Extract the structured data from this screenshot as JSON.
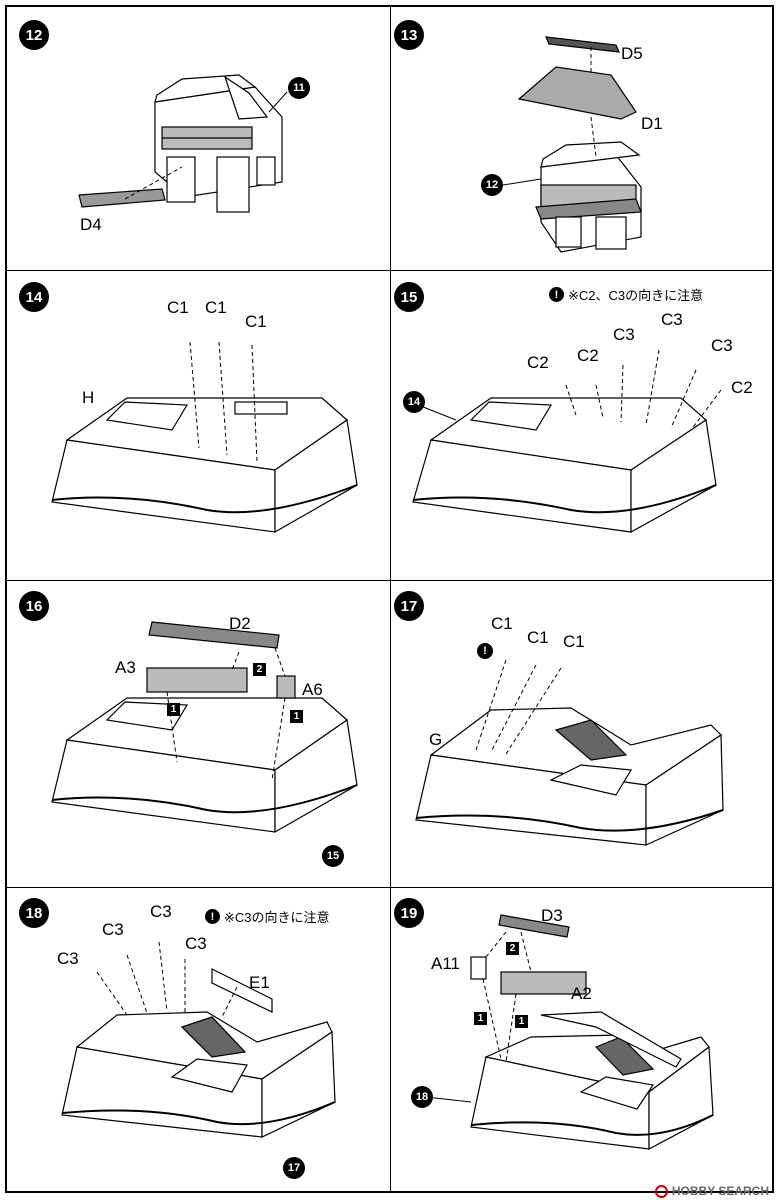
{
  "steps": [
    {
      "number": "12",
      "labels": [
        "D4"
      ],
      "refs": [
        "11"
      ]
    },
    {
      "number": "13",
      "labels": [
        "D5",
        "D1"
      ],
      "refs": [
        "12"
      ]
    },
    {
      "number": "14",
      "labels": [
        "C1",
        "C1",
        "C1",
        "H"
      ],
      "refs": []
    },
    {
      "number": "15",
      "labels": [
        "C2",
        "C2",
        "C3",
        "C3",
        "C3",
        "C2"
      ],
      "refs": [
        "14"
      ],
      "note": "※C2、C3の向きに注意"
    },
    {
      "number": "16",
      "labels": [
        "D2",
        "A3",
        "A6"
      ],
      "refs": [
        "15"
      ],
      "order": [
        "2",
        "1",
        "1"
      ]
    },
    {
      "number": "17",
      "labels": [
        "C1",
        "C1",
        "C1",
        "G"
      ],
      "refs": []
    },
    {
      "number": "18",
      "labels": [
        "C3",
        "C3",
        "C3",
        "C3",
        "E1"
      ],
      "refs": [
        "17"
      ],
      "note": "※C3の向きに注意"
    },
    {
      "number": "19",
      "labels": [
        "D3",
        "A11",
        "A2"
      ],
      "refs": [
        "18"
      ],
      "order": [
        "2",
        "1",
        "1"
      ]
    }
  ],
  "warning_symbol": "!",
  "watermark": "HOBBY SEARCH"
}
